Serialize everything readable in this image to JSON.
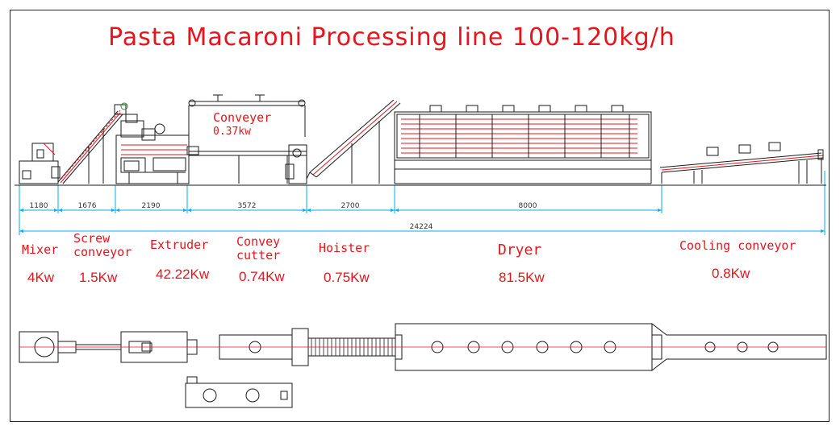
{
  "title": "Pasta Macaroni Processing line 100-120kg/h",
  "conveyer_label": {
    "name": "Conveyer",
    "power": "0.37kw"
  },
  "machines": [
    {
      "key": "mixer",
      "name_lines": [
        "Mixer"
      ],
      "power": "4Kw"
    },
    {
      "key": "screw-conveyor",
      "name_lines": [
        "Screw",
        "conveyor"
      ],
      "power": "1.5Kw"
    },
    {
      "key": "extruder",
      "name_lines": [
        "Extruder"
      ],
      "power": "42.22Kw"
    },
    {
      "key": "convey-cutter",
      "name_lines": [
        "Convey",
        "cutter"
      ],
      "power": "0.74Kw"
    },
    {
      "key": "hoister",
      "name_lines": [
        "Hoister"
      ],
      "power": "0.75Kw"
    },
    {
      "key": "dryer",
      "name_lines": [
        "Dryer"
      ],
      "power": "81.5Kw"
    },
    {
      "key": "cooling-conveyor",
      "name_lines": [
        "Cooling conveyor"
      ],
      "power": "0.8Kw"
    }
  ],
  "dimensions": [
    "1180",
    "1676",
    "2190",
    "3572",
    "2700",
    "8000"
  ],
  "total_length": "24224",
  "colors": {
    "accent": "#e8141c",
    "line": "#1a1a1a",
    "dim": "#00aeef"
  }
}
